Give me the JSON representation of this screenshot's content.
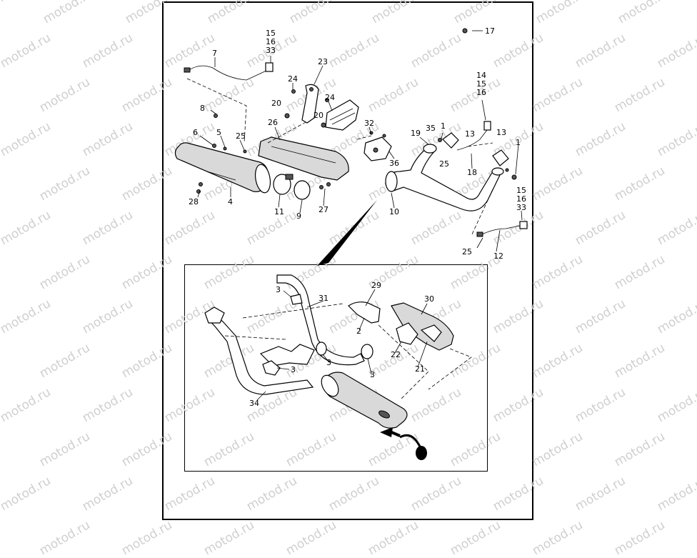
{
  "watermark": "motod.ru",
  "labels_main": {
    "l17": "17",
    "l15a": "15",
    "l16a": "16",
    "l33a": "33",
    "l7": "7",
    "l23": "23",
    "l24a": "24",
    "l24b": "24",
    "l20a": "20",
    "l20b": "20",
    "l8": "8",
    "l26": "26",
    "l6": "6",
    "l5": "5",
    "l25a": "25",
    "l32": "32",
    "l19": "19",
    "l35": "35",
    "l1a": "1",
    "l13a": "13",
    "l13b": "13",
    "l14": "14",
    "l15b": "15",
    "l16b": "16",
    "l1b": "1",
    "l36": "36",
    "l25b": "25",
    "l18": "18",
    "l28": "28",
    "l4": "4",
    "l11": "11",
    "l9": "9",
    "l27": "27",
    "l10": "10",
    "l15c": "15",
    "l16c": "16",
    "l33c": "33",
    "l25c": "25",
    "l12": "12"
  },
  "labels_inset": {
    "i3a": "3",
    "i31": "31",
    "i29": "29",
    "i30": "30",
    "i2": "2",
    "i22": "22",
    "i21": "21",
    "i3b": "3",
    "i3c": "3",
    "i3d": "3",
    "i34": "34"
  }
}
